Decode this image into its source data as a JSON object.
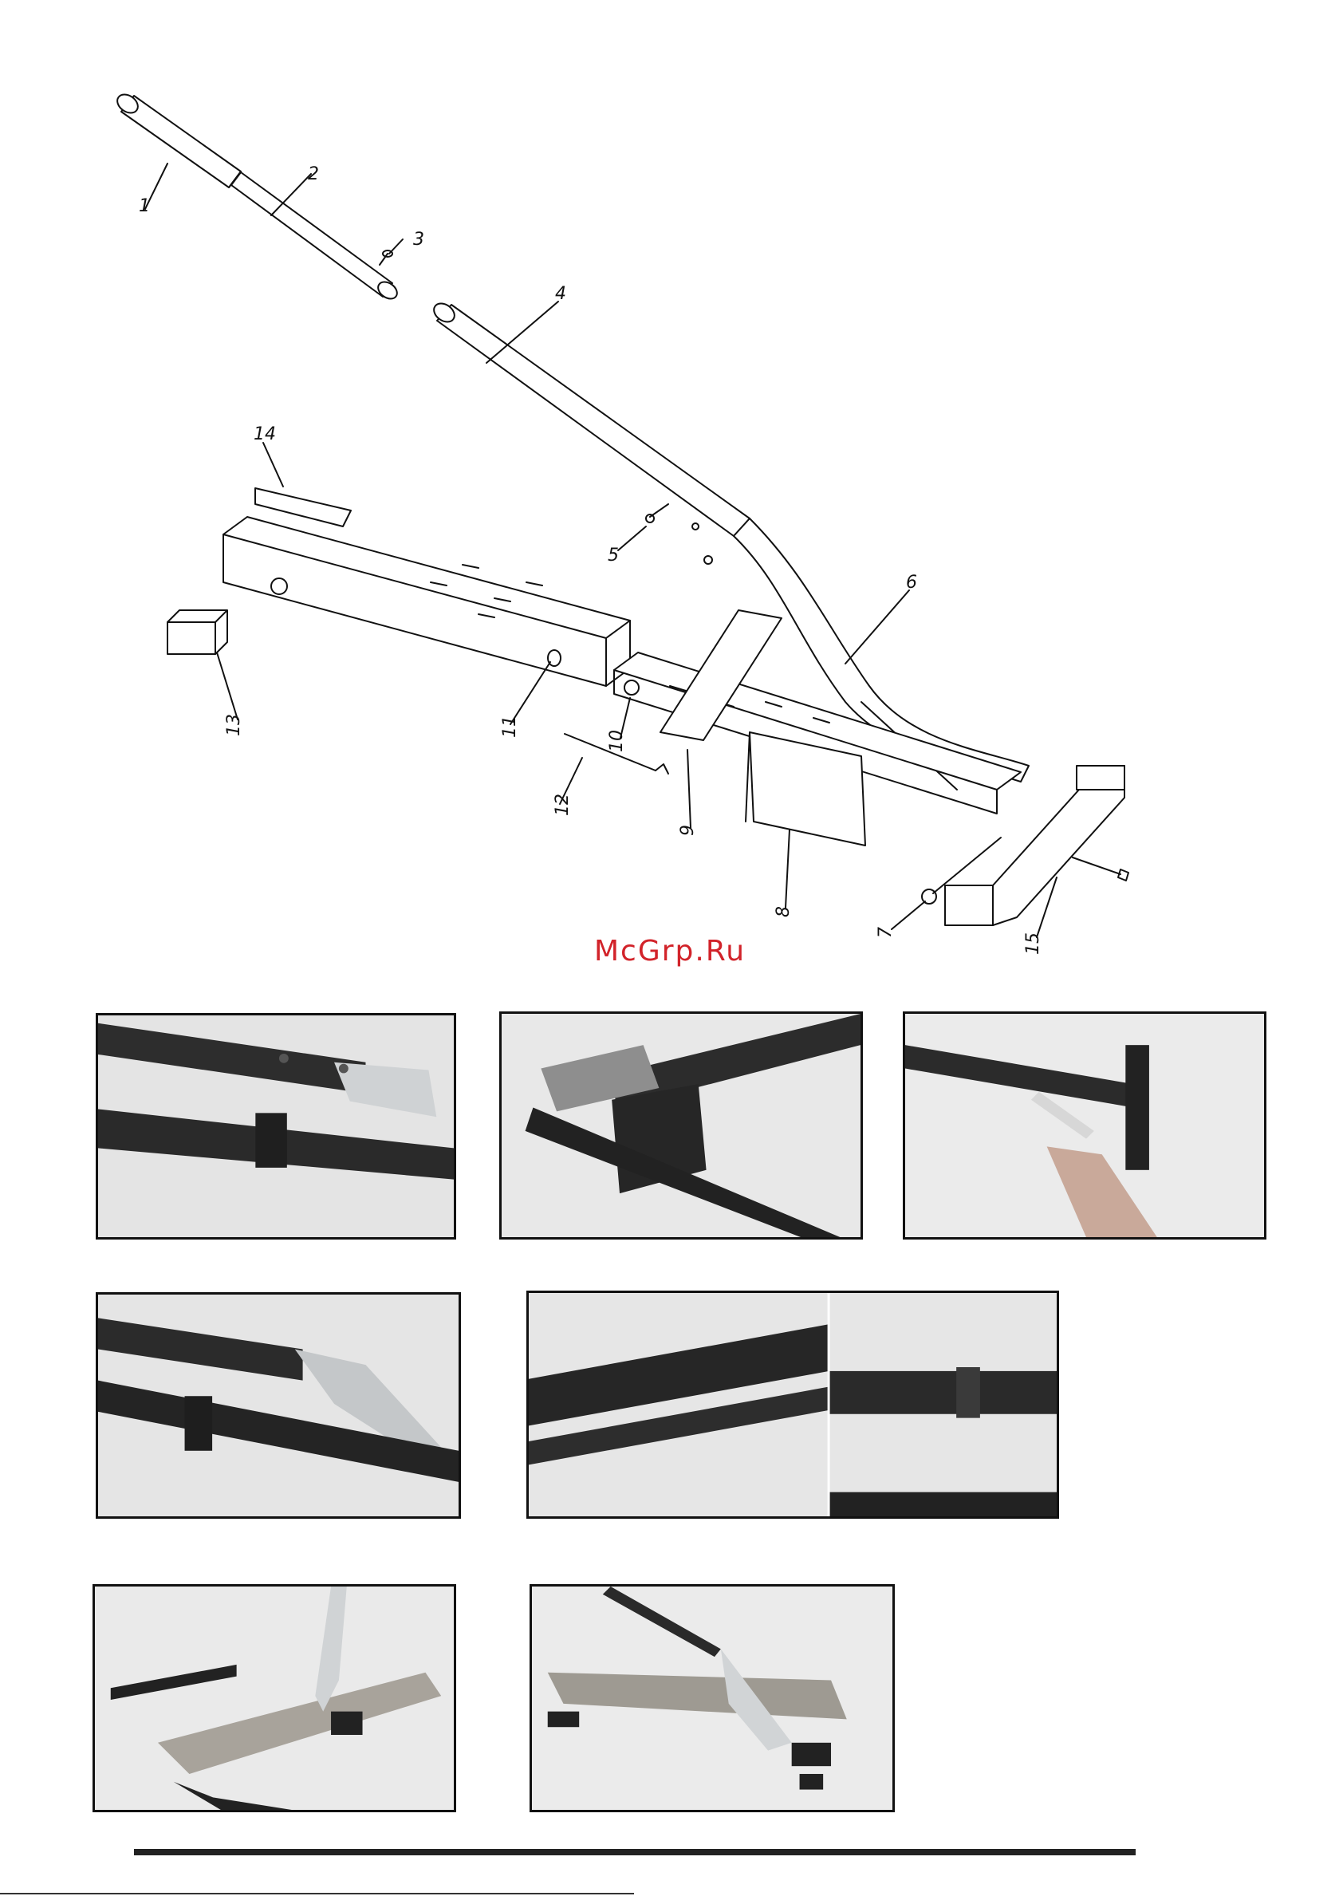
{
  "watermark": "McGrp.Ru",
  "diagram": {
    "callouts": [
      {
        "id": "1",
        "label": "1"
      },
      {
        "id": "2",
        "label": "2"
      },
      {
        "id": "3",
        "label": "3"
      },
      {
        "id": "4",
        "label": "4"
      },
      {
        "id": "5",
        "label": "5"
      },
      {
        "id": "6",
        "label": "6"
      },
      {
        "id": "7",
        "label": "7"
      },
      {
        "id": "8",
        "label": "8"
      },
      {
        "id": "9",
        "label": "9"
      },
      {
        "id": "10",
        "label": "10"
      },
      {
        "id": "11",
        "label": "11"
      },
      {
        "id": "12",
        "label": "12"
      },
      {
        "id": "13",
        "label": "13"
      },
      {
        "id": "14",
        "label": "14"
      },
      {
        "id": "15",
        "label": "15"
      }
    ]
  },
  "photos": [
    {
      "id": "blade-pivot-closeup"
    },
    {
      "id": "handle-and-fence"
    },
    {
      "id": "inserting-pivot-pin"
    },
    {
      "id": "blade-cutting-edge"
    },
    {
      "id": "handle-tube-joint"
    },
    {
      "id": "cutter-with-plank-side"
    },
    {
      "id": "cutter-with-plank-front"
    }
  ],
  "colors": {
    "watermark": "#d2232a",
    "metal": "#2b2b2b",
    "photo_bg": "#e6e6e6"
  }
}
